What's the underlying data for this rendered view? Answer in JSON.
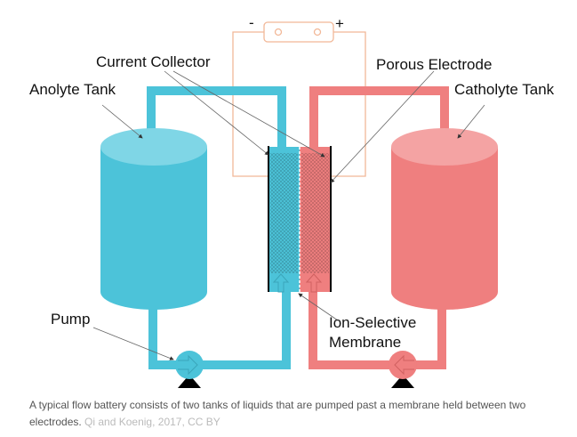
{
  "diagram": {
    "labels": {
      "current_collector": "Current Collector",
      "porous_electrode": "Porous Electrode",
      "anolyte_tank": "Anolyte Tank",
      "catholyte_tank": "Catholyte Tank",
      "pump": "Pump",
      "membrane_line1": "Ion-Selective",
      "membrane_line2": "Membrane",
      "minus": "-",
      "plus": "+"
    },
    "colors": {
      "anolyte": "#4cc3d9",
      "catholyte": "#ef7f7f",
      "wire": "#f2b898"
    }
  },
  "caption": {
    "text": "A typical flow battery consists of two tanks of liquids that are pumped past a membrane held between two electrodes.",
    "credit": "Qi and Koenig, 2017, CC BY"
  }
}
